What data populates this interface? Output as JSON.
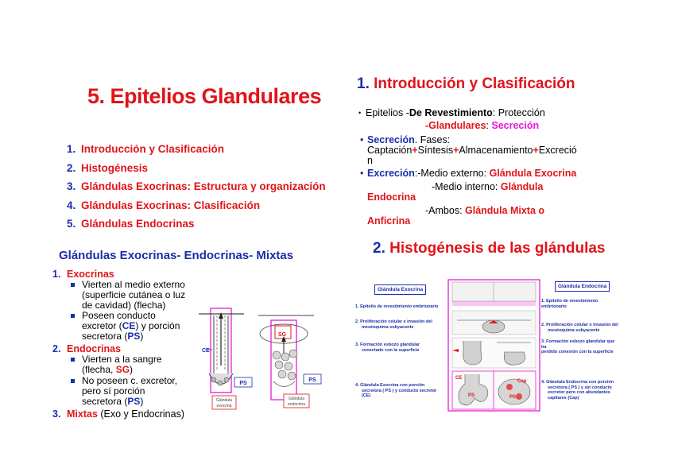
{
  "left": {
    "title": "5. Epitelios Glandulares",
    "toc": [
      {
        "num": "1.",
        "label": "Introducción y Clasificación"
      },
      {
        "num": "2.",
        "label": "Histogénesis"
      },
      {
        "num": "3.",
        "label": "Glándulas Exocrinas: Estructura y organización"
      },
      {
        "num": "4.",
        "label": "Glándulas Exocrinas: Clasificación"
      },
      {
        "num": "5.",
        "label": "Glándulas Endocrinas"
      }
    ],
    "glands_title": "Glándulas Exocrinas- Endocrinas- Mixtas",
    "exo": {
      "num": "1.",
      "head": "Exocrinas",
      "b1_l1": "Vierten al medio externo",
      "b1_l2": "(superficie cutánea o luz",
      "b1_l3": "de cavidad) (flecha)",
      "b2_l1": "Poseen conducto",
      "b2_l2a": "excretor (",
      "b2_ce": "CE",
      "b2_l2b": ") y porción",
      "b2_l3a": "secretora (",
      "b2_ps": "PS",
      "b2_l3b": ")"
    },
    "endo": {
      "num": "2.",
      "head": "Endocrinas",
      "b1_l1": "Vierten a la sangre",
      "b1_l2a": "(flecha, ",
      "b1_sg": "SG",
      "b1_l2b": ")",
      "b2_l1": "No poseen c. excretor,",
      "b2_l2": "pero sí porción",
      "b2_l3a": "secretora (",
      "b2_ps": "PS",
      "b2_l3b": ")"
    },
    "mixed": {
      "num": "3.",
      "head": "Mixtas",
      "rest": " (Exo y Endocrinas)"
    },
    "figure": {
      "ce": "CE",
      "sg": "SG",
      "ps1": "PS",
      "ps2": "PS",
      "cap1_l1": "Glándula",
      "cap1_l2": "exocrina",
      "cap2_l1": "Glándula",
      "cap2_l2": "endocrina"
    }
  },
  "right": {
    "intro_num": "1.",
    "intro_title": "Introducción y Clasificación",
    "epi_a": "Epitelios  -",
    "epi_b": "De Revestimiento",
    "epi_c": ": Protección",
    "glan_a": "-Glandulares",
    "glan_b": ": ",
    "glan_c": "Secreción",
    "sec_a": "Secreción",
    "sec_b": ". Fases:",
    "sec_l2_1": "Captación",
    "plus": "+",
    "sec_l2_2": "Síntesis",
    "sec_l2_3": "Almacenamiento",
    "sec_l2_4": "Excreció",
    "sec_l3": "n",
    "exc_a": "Excreción",
    "exc_b": ":-Medio externo: ",
    "exc_c": "Glándula Exocrina",
    "int_a": "-Medio interno: ",
    "int_b": "Glándula",
    "int_c": "Endocrina",
    "amb_a": "-Ambos: ",
    "amb_b": "Glándula Mixta o",
    "amb_c": "Anficrina",
    "histo_num": "2.",
    "histo_title": "Histogénesis de las glándulas",
    "diagram": {
      "exo_box": "Glándula Exocrina",
      "endo_box": "Glándula Endocrina",
      "l1": "1. Epitelio de revestimiento embrionario",
      "l2a": "2. Proliferación celular e invasión del",
      "l2b": "mesénquima subyacente",
      "l3a": "3. Formación esbozo glandular",
      "l3b": "conectado con la superficie",
      "l4a": "4. Glándula Exocrina con porción",
      "l4b": "secretora ( PS ) y conducto secretor",
      "l4c": "(CE)",
      "r1": "1. Epitelio de revestimiento embrionario",
      "r2a": "2. Proliferación celular e invasión del",
      "r2b": "mesénquima subyacente",
      "r3a": "3. Formación esbozo glandular que ha",
      "r3b": "perdido conexión con la superficie",
      "r4a": "4. Glándula Endocrina con porción",
      "r4b": "secretora ( PS ) y  sin conducto",
      "r4c": "excretor pero con abundantes",
      "r4d": "capilares (Cap)",
      "ce": "CE",
      "ps_a": "PS",
      "ps_b": "PS",
      "cap": "Cap"
    }
  }
}
